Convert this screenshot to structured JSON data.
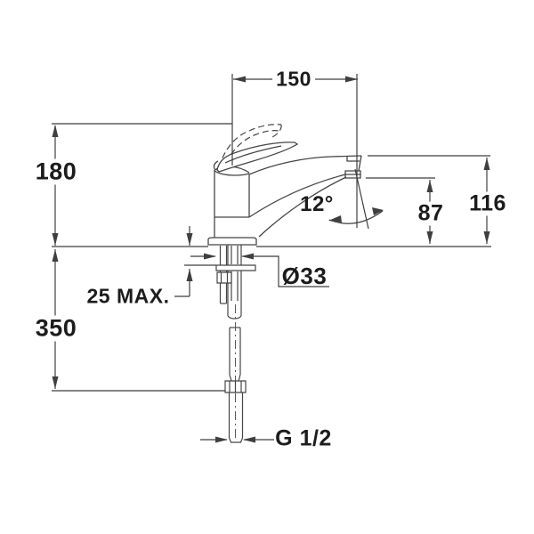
{
  "drawing": {
    "type": "technical-dimension-diagram",
    "colors": {
      "background": "#ffffff",
      "line": "#3f3f3f",
      "outline": "#454545",
      "text": "#1c1c1c"
    },
    "labels": {
      "spout_reach": "150",
      "overall_height": "180",
      "outlet_height": "116",
      "aerator_height": "87",
      "spout_angle": "12°",
      "deck_thickness": "25 MAX.",
      "below_deck_length": "350",
      "hole_diameter": "Ø33",
      "thread_size": "G 1/2"
    }
  }
}
